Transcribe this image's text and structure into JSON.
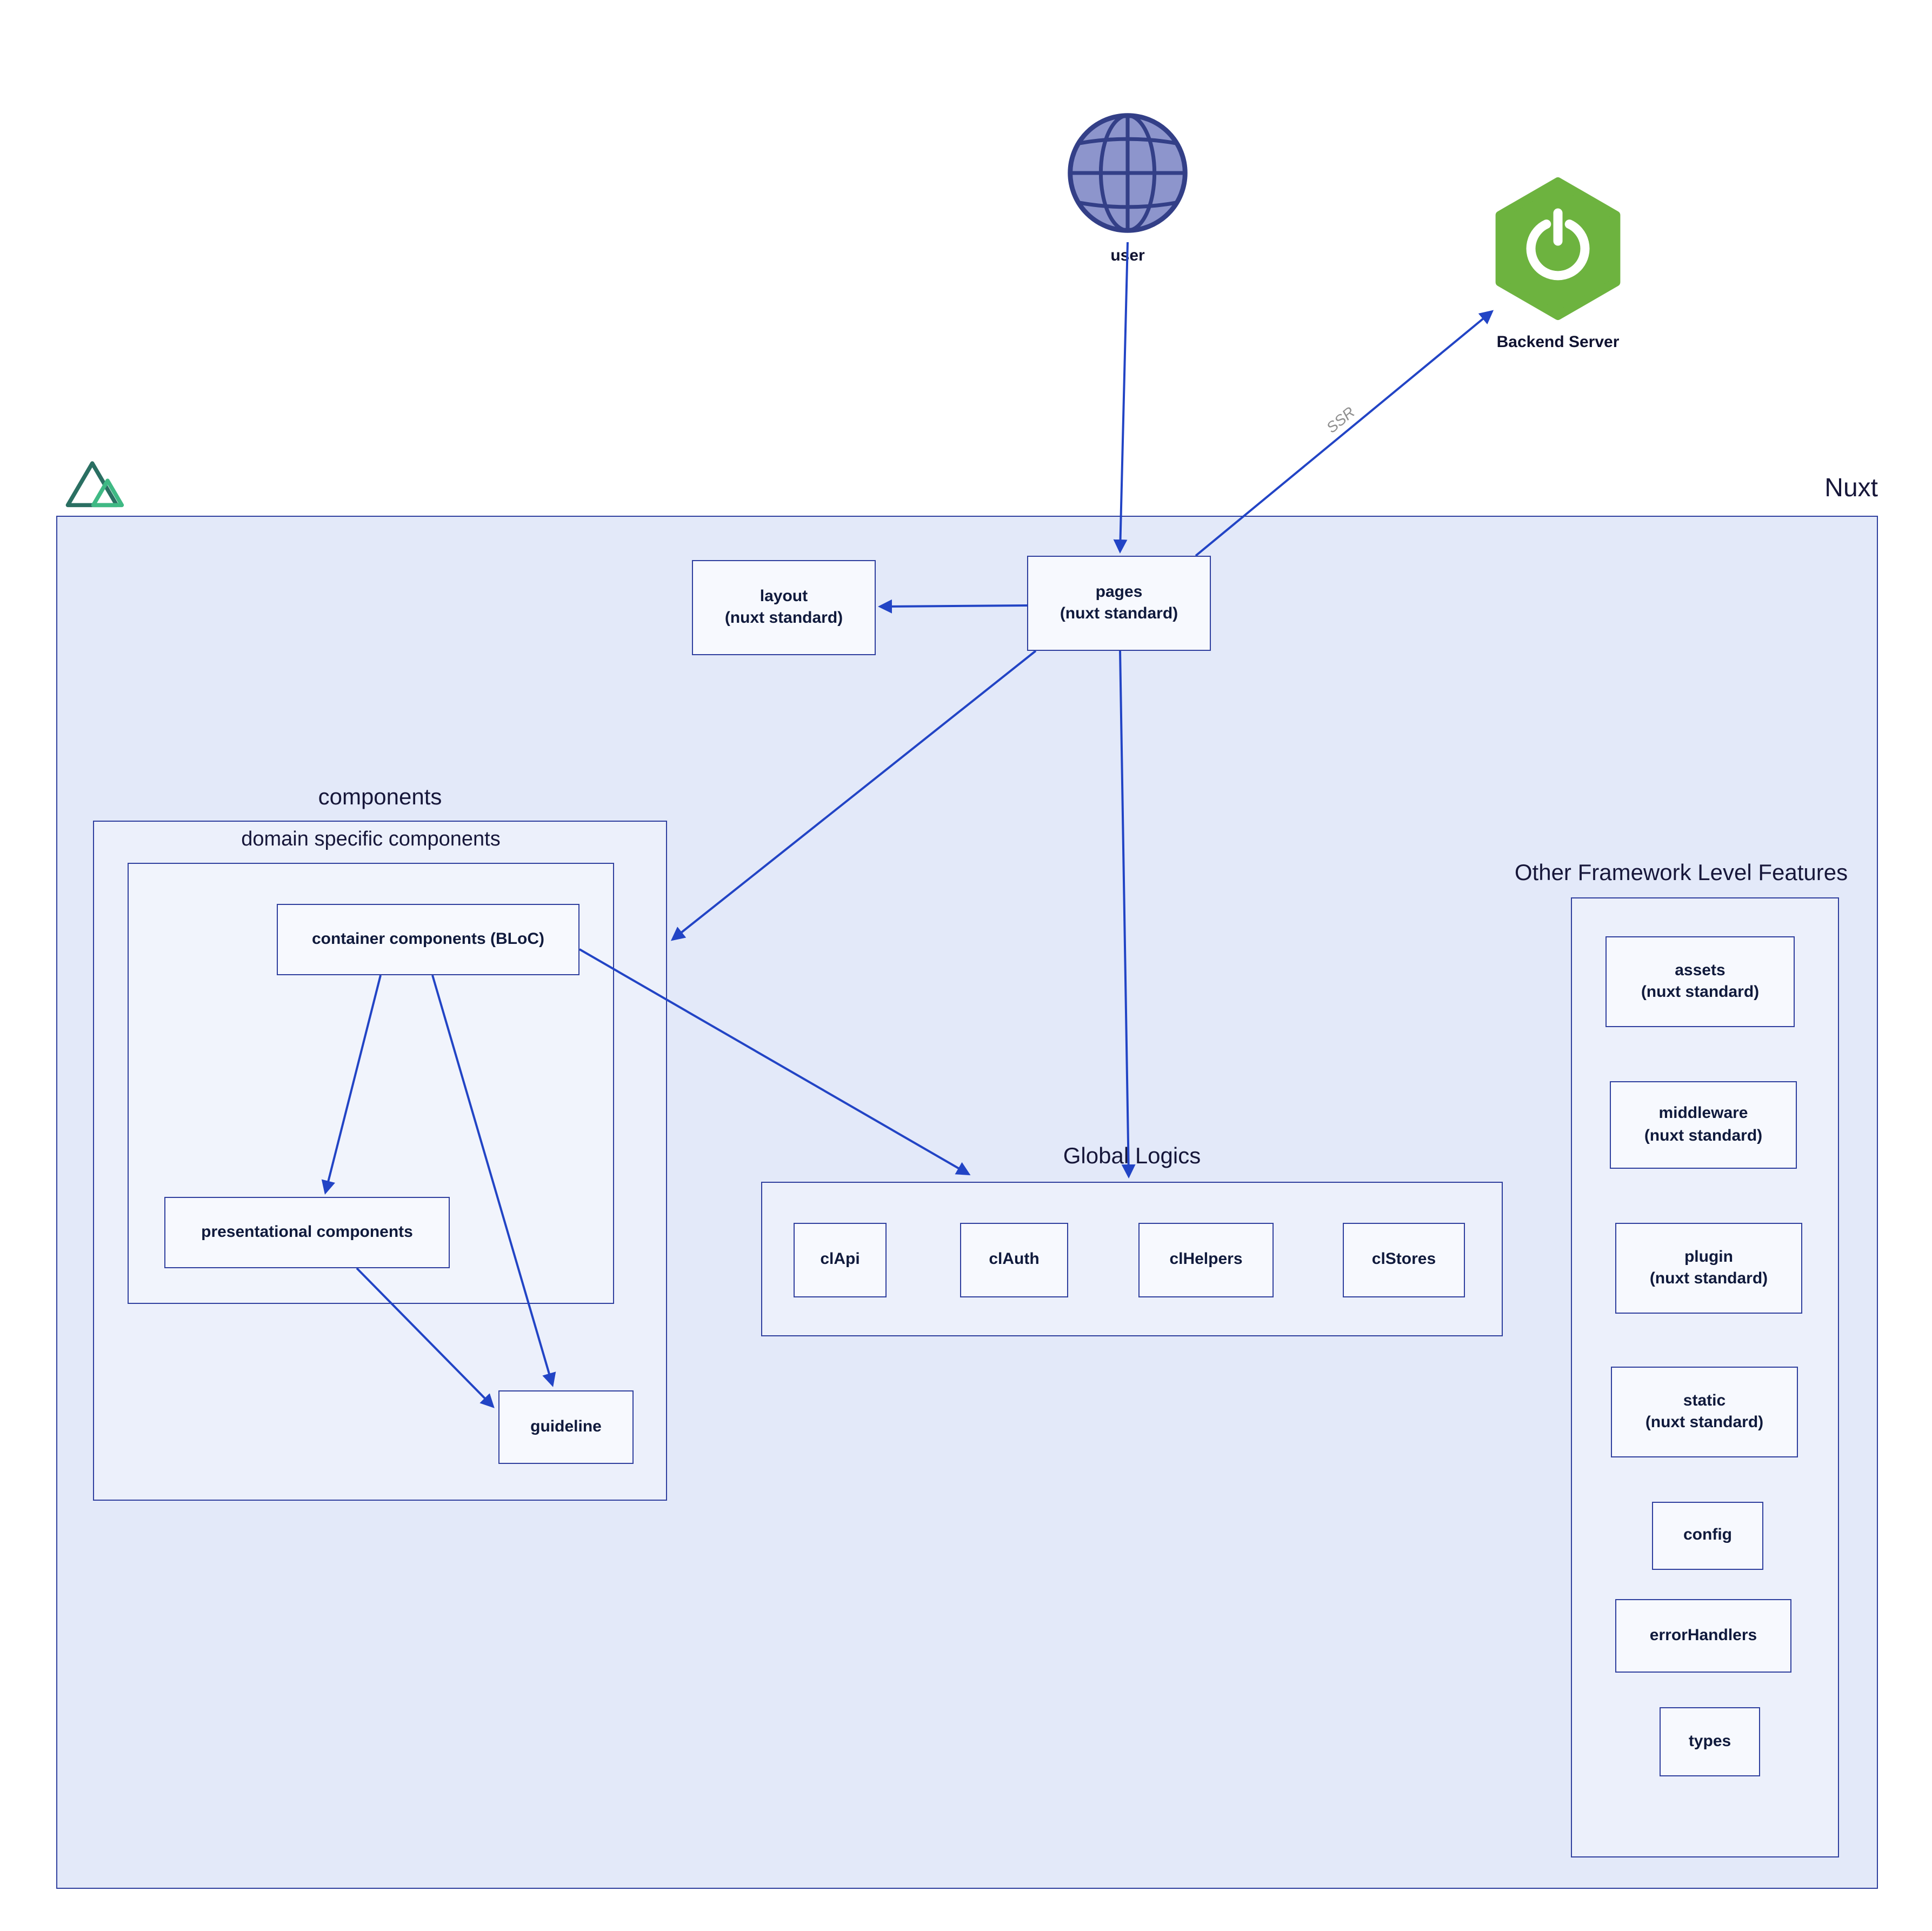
{
  "colors": {
    "nuxt_fill": "#e3e9f9",
    "section_fill": "#ecf0fb",
    "node_fill": "#f7f9fe",
    "border_blue": "#2f3f9e",
    "arrow_blue": "#2244c5",
    "globe_fill": "#8d95cc",
    "globe_stroke": "#333f87",
    "spring_green": "#6db33f",
    "nuxt_green": "#3fb984",
    "nuxt_dark_teal": "#2a6f62",
    "edge_label_gray": "#8f8f8f"
  },
  "external": {
    "user_label": "user",
    "backend_label": "Backend Server"
  },
  "nuxt": {
    "title": "Nuxt",
    "pages_label": "pages\n(nuxt standard)",
    "layout_label": "layout\n(nuxt standard)"
  },
  "components": {
    "label": "components",
    "domain_specific": {
      "label": "domain specific components",
      "container_components_label": "container components (BLoC)",
      "presentational_components_label": "presentational components"
    },
    "guideline_label": "guideline"
  },
  "global_logics": {
    "label": "Global Logics",
    "items": [
      "clApi",
      "clAuth",
      "clHelpers",
      "clStores"
    ]
  },
  "other_features": {
    "label": "Other Framework Level Features",
    "items": [
      "assets\n(nuxt standard)",
      "middleware\n(nuxt standard)",
      "plugin\n(nuxt standard)",
      "static\n(nuxt standard)",
      "config",
      "errorHandlers",
      "types"
    ]
  },
  "edges": {
    "ssr_label": "SSR"
  }
}
